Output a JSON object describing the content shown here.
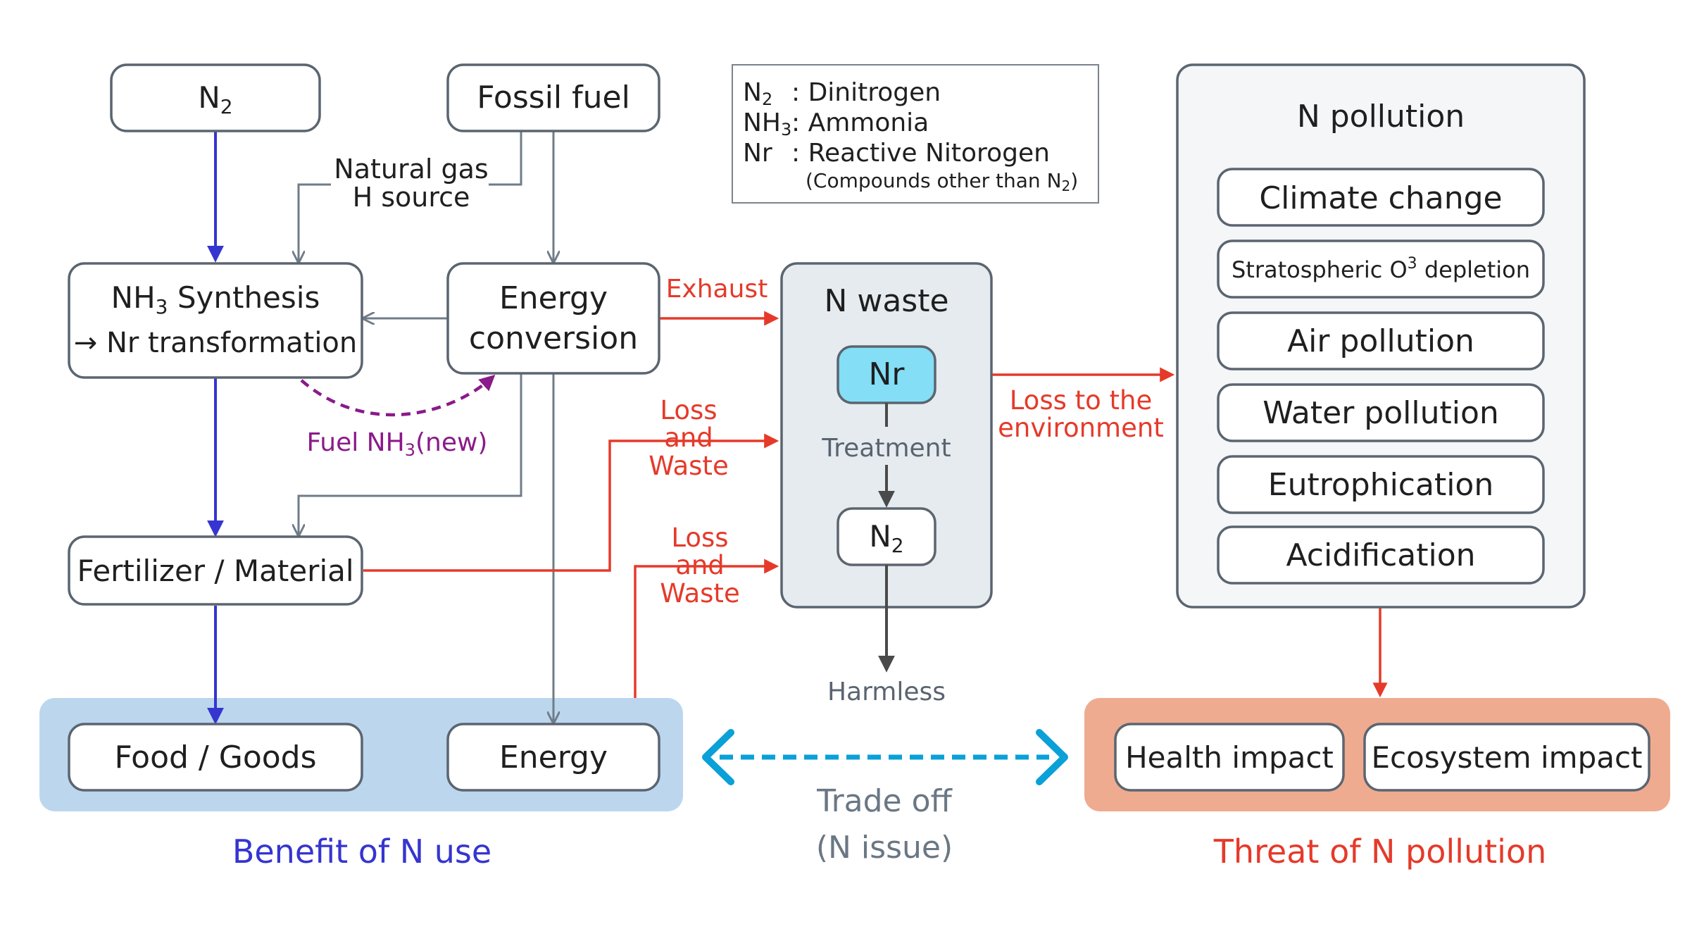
{
  "boxes": {
    "n2_top": {
      "main": "N",
      "sub": "2"
    },
    "fossil_fuel": "Fossil fuel",
    "nh3_synthesis": {
      "line1_main": "NH",
      "line1_sub": "3",
      "line1_rest": " Synthesis",
      "line2": "→ Nr transformation"
    },
    "energy_conversion": {
      "line1": "Energy",
      "line2": "conversion"
    },
    "fertilizer": "Fertilizer / Material",
    "food_goods": "Food / Goods",
    "energy": "Energy",
    "n_waste": {
      "title": "N waste",
      "nr": "Nr",
      "treatment": "Treatment",
      "n2_main": "N",
      "n2_sub": "2",
      "harmless": "Harmless"
    },
    "n_pollution": {
      "title": "N pollution",
      "items": [
        "Climate change",
        "Air pollution",
        "Water pollution",
        "Eutrophication",
        "Acidification"
      ],
      "strat": {
        "main": "Stratospheric O",
        "sup": "3",
        "rest": " depletion"
      }
    },
    "health_impact": "Health impact",
    "ecosystem_impact": "Ecosystem impact"
  },
  "labels": {
    "natural_gas": "Natural gas",
    "h_source": "H source",
    "fuel_nh3": {
      "main": "Fuel NH",
      "sub": "3",
      "rest": "(new)"
    },
    "exhaust": "Exhaust",
    "loss_waste_1": [
      "Loss",
      "and",
      "Waste"
    ],
    "loss_waste_2": [
      "Loss",
      "and",
      "Waste"
    ],
    "loss_env": [
      "Loss to the",
      "environment"
    ],
    "trade_off": [
      "Trade off",
      "(N issue)"
    ],
    "benefit": "Benefit of N use",
    "threat": "Threat of N pollution"
  },
  "legend": {
    "n2": {
      "sym_main": "N",
      "sym_sub": "2",
      "desc": ": Dinitrogen"
    },
    "nh3": {
      "sym_main": "NH",
      "sym_sub": "3",
      "desc": ": Ammonia"
    },
    "nr": {
      "sym": "Nr",
      "desc": ": Reactive Nitorogen"
    },
    "note": {
      "main": "(Compounds other than N",
      "sub": "2",
      "rest": ")"
    }
  },
  "colors": {
    "benefit_bg": "#bcd6ee",
    "threat_bg": "#efab90",
    "benefit_text": "#3535d0",
    "threat_text": "#e53a2a",
    "purple": "#8a1a8a",
    "cyan": "#0aa0d8",
    "nr_box": "#84def5",
    "panel_bg": "#e6ebef"
  }
}
